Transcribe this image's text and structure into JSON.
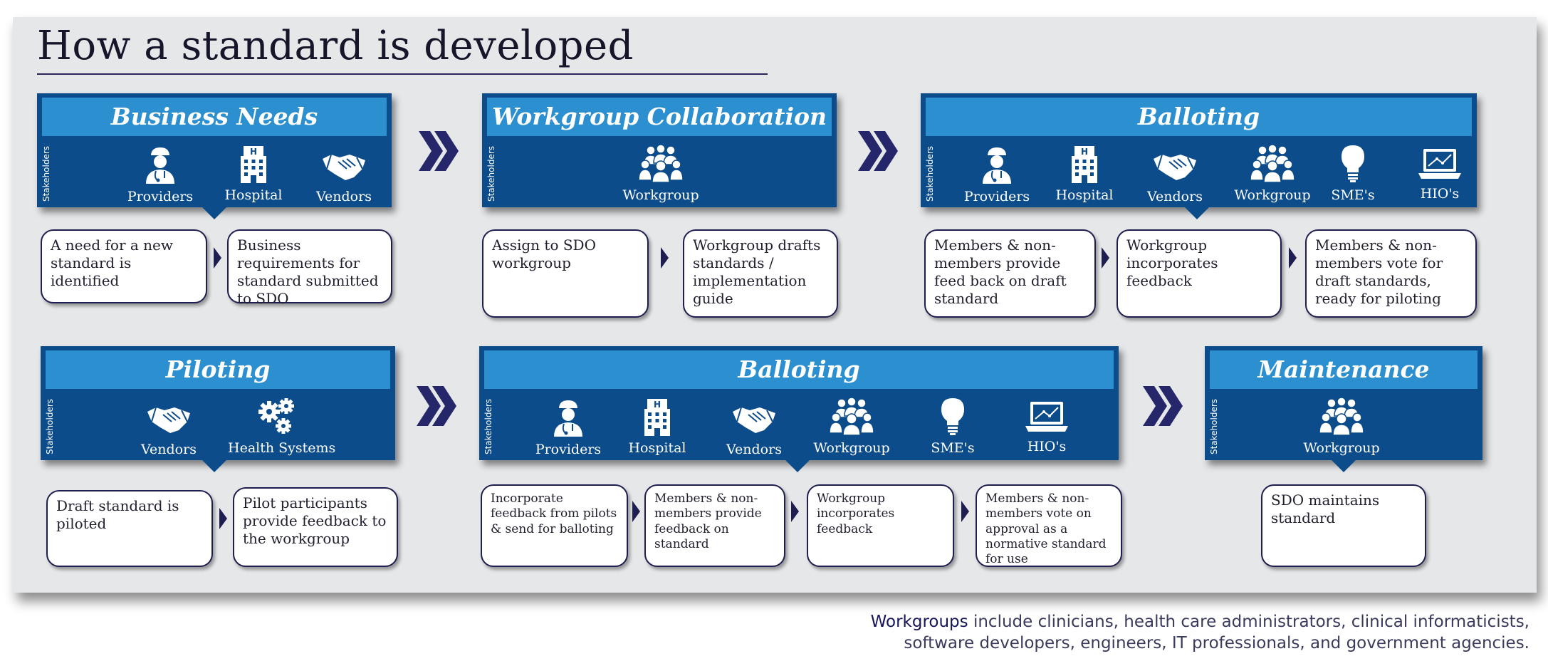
{
  "title": "How a standard is developed",
  "stakeholders_label": "Stakeholders",
  "stages": {
    "business_needs": {
      "title": "Business Needs",
      "stakeholders": [
        {
          "label": "Providers",
          "icon": "doctor-icon"
        },
        {
          "label": "Hospital",
          "icon": "hospital-icon"
        },
        {
          "label": "Vendors",
          "icon": "handshake-icon"
        }
      ],
      "steps": [
        "A need for a new standard is identified",
        "Business requirements for standard submitted to SDO"
      ]
    },
    "workgroup_collaboration": {
      "title": "Workgroup Collaboration",
      "stakeholders": [
        {
          "label": "Workgroup",
          "icon": "people-group-icon"
        }
      ],
      "steps": [
        "Assign to SDO workgroup",
        "Workgroup drafts standards / implementation guide"
      ]
    },
    "balloting_1": {
      "title": "Balloting",
      "stakeholders": [
        {
          "label": "Providers",
          "icon": "doctor-icon"
        },
        {
          "label": "Hospital",
          "icon": "hospital-icon"
        },
        {
          "label": "Vendors",
          "icon": "handshake-icon"
        },
        {
          "label": "Workgroup",
          "icon": "people-group-icon"
        },
        {
          "label": "SME's",
          "icon": "lightbulb-icon"
        },
        {
          "label": "HIO's",
          "icon": "laptop-icon"
        }
      ],
      "steps": [
        "Members & non-members provide feed back on draft standard",
        "Workgroup incorporates feedback",
        "Members & non-members vote for draft standards, ready for piloting"
      ]
    },
    "piloting": {
      "title": "Piloting",
      "stakeholders": [
        {
          "label": "Vendors",
          "icon": "handshake-icon"
        },
        {
          "label": "Health Systems",
          "icon": "gears-icon"
        }
      ],
      "steps": [
        "Draft standard is piloted",
        "Pilot participants provide feedback to the workgroup"
      ]
    },
    "balloting_2": {
      "title": "Balloting",
      "stakeholders": [
        {
          "label": "Providers",
          "icon": "doctor-icon"
        },
        {
          "label": "Hospital",
          "icon": "hospital-icon"
        },
        {
          "label": "Vendors",
          "icon": "handshake-icon"
        },
        {
          "label": "Workgroup",
          "icon": "people-group-icon"
        },
        {
          "label": "SME's",
          "icon": "lightbulb-icon"
        },
        {
          "label": "HIO's",
          "icon": "laptop-icon"
        }
      ],
      "steps": [
        "Incorporate feedback from pilots & send for balloting",
        "Members & non-members provide feedback on standard",
        "Workgroup incorporates feedback",
        "Members & non-members vote on approval as a normative standard for use"
      ]
    },
    "maintenance": {
      "title": "Maintenance",
      "stakeholders": [
        {
          "label": "Workgroup",
          "icon": "people-group-icon"
        }
      ],
      "steps": [
        "SDO maintains standard"
      ]
    }
  },
  "footnote": {
    "emphasis": "Workgroups",
    "line1_rest": " include clinicians, health care administrators, clinical informaticists,",
    "line2": "software developers, engineers, IT professionals, and government agencies."
  },
  "colors": {
    "stage_panel": "#0c4c8a",
    "stage_header": "#2b8fd0",
    "chevron": "#26266a",
    "canvas": "#e6e7e9",
    "step_border": "#1e1e50"
  }
}
